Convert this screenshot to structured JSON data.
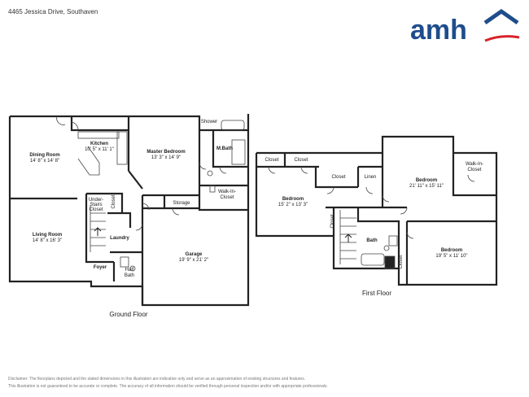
{
  "header": {
    "address": "4465 Jessica Drive, Southaven"
  },
  "brand": {
    "name": "amh",
    "colors": {
      "blue": "#1f4d8c",
      "red": "#d8222a"
    }
  },
  "floors": {
    "ground_label": "Ground Floor",
    "first_label": "First Floor"
  },
  "rooms": {
    "dining": {
      "name": "Dining Room",
      "dims": "14' 8\" x 14' 8\""
    },
    "kitchen": {
      "name": "Kitchen",
      "dims": "10' 5\" x 11' 1\""
    },
    "master": {
      "name": "Master Bedroom",
      "dims": "13' 3\" x 14' 9\""
    },
    "shower": {
      "name": "Shower"
    },
    "mbath": {
      "name": "M.Bath"
    },
    "walkin1": {
      "name1": "Walk-In-",
      "name2": "Closet"
    },
    "storage": {
      "name": "Storage"
    },
    "understairs": {
      "name1": "Under-",
      "name2": "Stairs",
      "name3": "Closet"
    },
    "closet_g": {
      "name": "Closet"
    },
    "living": {
      "name": "Living Room",
      "dims": "14' 8\" x 16' 3\""
    },
    "laundry": {
      "name": "Laundry"
    },
    "garage": {
      "name": "Garage",
      "dims": "19' 9\" x 21' 2\""
    },
    "foyer": {
      "name": "Foyer"
    },
    "halfbath": {
      "name1": "Half",
      "name2": "Bath"
    },
    "closet_a": {
      "name": "Closet"
    },
    "closet_b": {
      "name": "Closet"
    },
    "closet_c": {
      "name": "Closet"
    },
    "linen": {
      "name": "Linen"
    },
    "bedroom1": {
      "name": "Bedroom",
      "dims": "15' 2\" x 13' 3\""
    },
    "bedroom2": {
      "name": "Bedroom",
      "dims": "21' 11\" x 15' 11\""
    },
    "walkin2": {
      "name1": "Walk-In-",
      "name2": "Closet"
    },
    "closet_d": {
      "name": "Closet"
    },
    "bath": {
      "name": "Bath"
    },
    "closet_e": {
      "name": "Closet"
    },
    "bedroom3": {
      "name": "Bedroom",
      "dims": "19' 5\" x 11' 10\""
    }
  },
  "disclaimer": {
    "line1": "Disclaimer: The floorplans depicted and the stated dimensions in this illustration are indicative only and serve as an approximation of existing structures and features.",
    "line2": "This illustration is not guaranteed to be accurate or complete. The accuracy of all information should be verified through personal inspection and/or with appropriate professionals."
  }
}
